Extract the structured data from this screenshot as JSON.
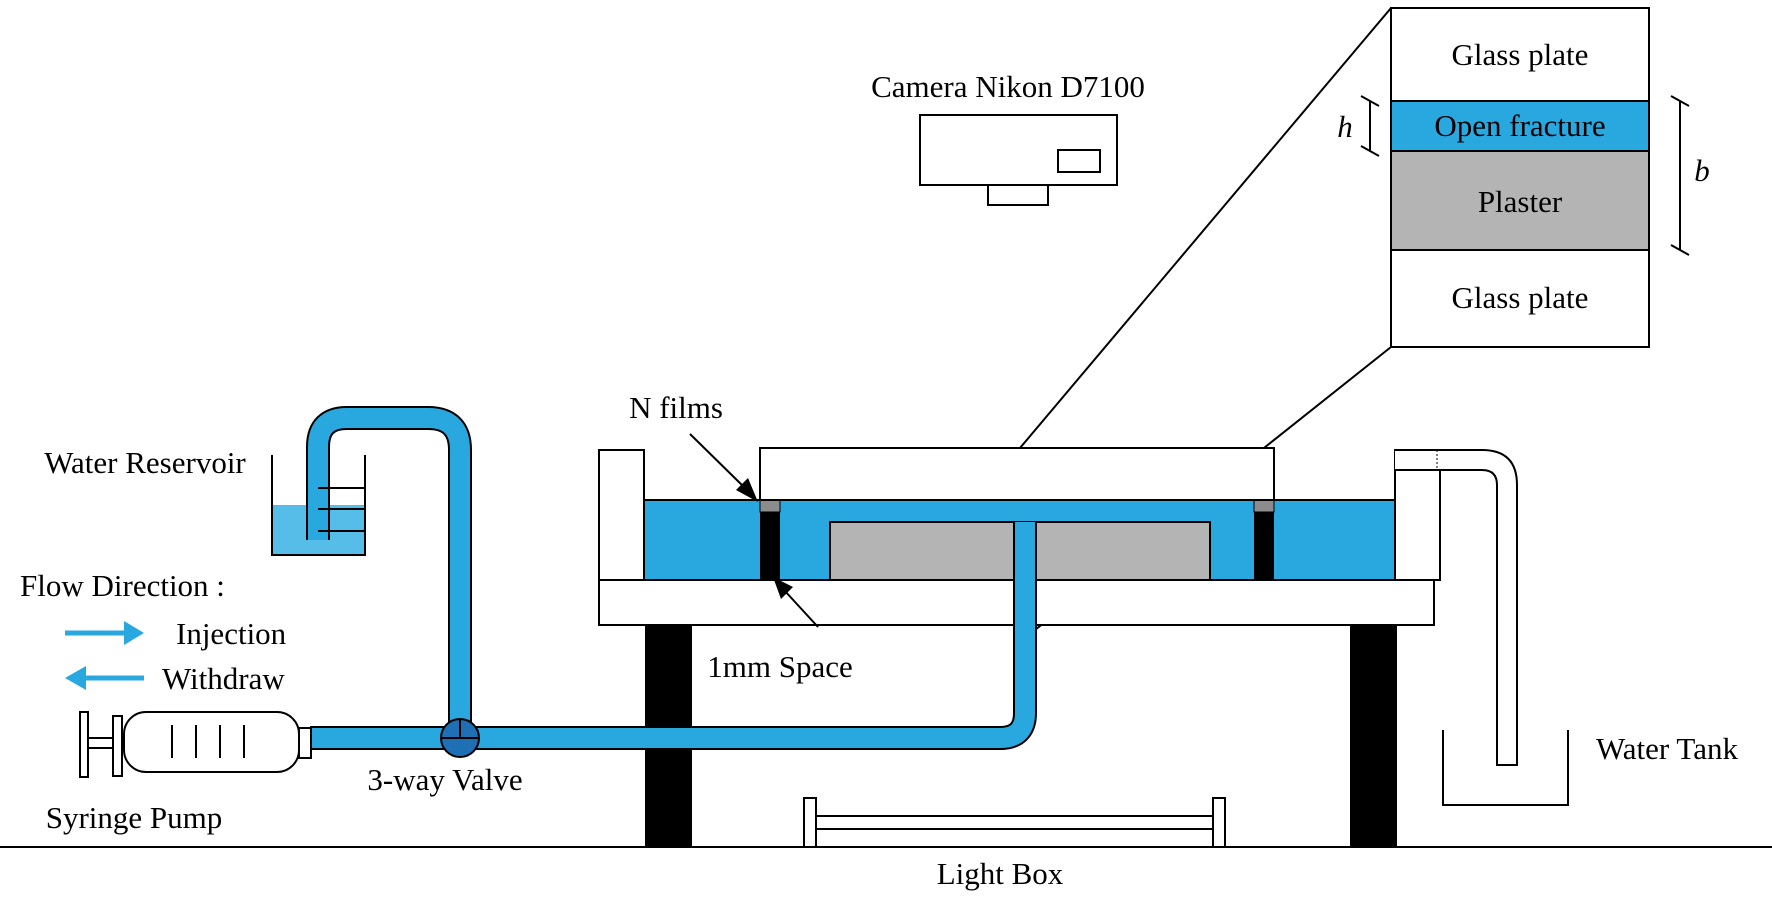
{
  "labels": {
    "camera": "Camera Nikon D7100",
    "glass_plate_top": "Glass plate",
    "open_fracture": "Open fracture",
    "plaster": "Plaster",
    "glass_plate_bottom": "Glass plate",
    "h": "h",
    "b": "b",
    "n_films": "N films",
    "water_reservoir": "Water Reservoir",
    "flow_direction": "Flow Direction :",
    "injection": "Injection",
    "withdraw": "Withdraw",
    "one_mm_space": "1mm Space",
    "three_way_valve": "3-way Valve",
    "syringe_pump": "Syringe Pump",
    "water_tank": "Water Tank",
    "light_box": "Light Box"
  },
  "colors": {
    "water": "#29a8e0",
    "water_light": "#56bce8",
    "plaster": "#b4b4b4",
    "film": "#8c8c8c",
    "arrow": "#29a8e0",
    "valve": "#1f6fb5",
    "legs": "#000000"
  }
}
